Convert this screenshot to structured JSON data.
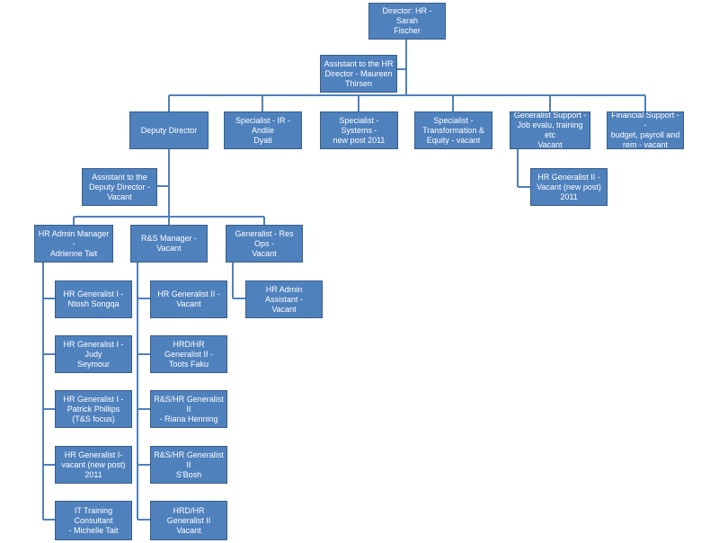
{
  "colors": {
    "box_fill": "#4f81bd",
    "box_border": "#385d8a",
    "line": "#4f81bd",
    "text": "#ffffff"
  },
  "nodes": {
    "director": "Director: HR - Sarah\nFischer",
    "assistant_director": "Assistant to the HR\nDirector -  Maureen\nThirsen",
    "deputy_director": "Deputy Director",
    "specialist_ir": "Specialist - IR - Andile\nDyati",
    "specialist_systems": "Specialist - Systems  -\nnew post 2011",
    "specialist_transformation": "Specialist -\nTransformation &\nEquity - vacant",
    "generalist_support": "Generalist Support -\nJob evalu, training etc\nVacant",
    "financial_support": "Financial Support -  -\nbudget, payroll and\nrem - vacant",
    "hr_generalist_ii_top": "HR Generalist II -\nVacant (new post)\n2011",
    "assistant_deputy": "Assistant to the\nDeputy Director -\nVacant",
    "hr_admin_manager": "HR Admin Manager -\nAdrienne Tait",
    "rs_manager": "R&S Manager  -\nVacant",
    "generalist_res_ops": "Generalist - Res Ops -\nVacant",
    "admin_1": "HR Generalist I -\nNtosh Songqa",
    "admin_2": "HR Generalist I - Judy\nSeymour",
    "admin_3": "HR Generalist  I -\nPatrick Phillips\n(T&S focus)",
    "admin_4": "HR Generalist I-\nvacant (new post)\n2011",
    "admin_5": "IT Training Consultant\n- Michelle Tait",
    "rs_1": "HR Generalist II -\nVacant",
    "rs_2": "HRD/HR Generalist II -\nToots Faku",
    "rs_3": "R&S/HR Generalist II\n- Riana Henning",
    "rs_4": "R&S/HR Generalist II\nS'Bosh",
    "rs_5": "HRD/HR Generalist II\nVacant",
    "hr_admin_assistant": "HR Admin Assistant  -\nVacant"
  }
}
